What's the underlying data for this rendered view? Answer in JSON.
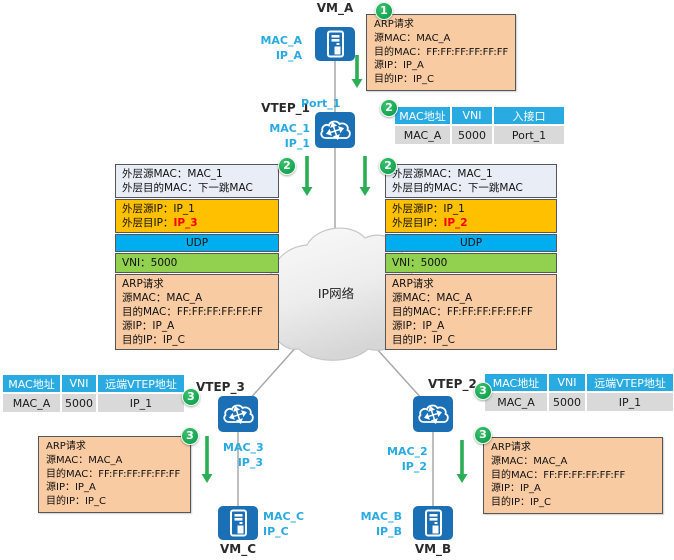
{
  "nodes": {
    "vm_a": {
      "name": "VM_A",
      "mac": "MAC_A",
      "ip": "IP_A"
    },
    "vtep_1": {
      "name": "VTEP_1",
      "port": "Port_1",
      "mac": "MAC_1",
      "ip": "IP_1"
    },
    "vtep_3": {
      "name": "VTEP_3",
      "mac": "MAC_3",
      "ip": "IP_3"
    },
    "vtep_2": {
      "name": "VTEP_2",
      "mac": "MAC_2",
      "ip": "IP_2"
    },
    "vm_c": {
      "name": "VM_C",
      "mac": "MAC_C",
      "ip": "IP_C"
    },
    "vm_b": {
      "name": "VM_B",
      "mac": "MAC_B",
      "ip": "IP_B"
    },
    "network_cloud": {
      "label": "IP网络"
    }
  },
  "steps": {
    "s1": "1",
    "s2": "2",
    "s3": "3"
  },
  "arp_request": {
    "lines": [
      "ARP请求",
      "源MAC：MAC_A",
      "目的MAC：FF:FF:FF:FF:FF:FF",
      "源IP：IP_A",
      "目的IP：IP_C"
    ]
  },
  "packets": {
    "left": {
      "outer_mac": [
        "外层源MAC：MAC_1",
        "外层目的MAC：下一跳MAC"
      ],
      "outer_ip_src": "外层源IP：IP_1",
      "outer_ip_dst_label": "外层目IP：",
      "outer_ip_dst": "IP_3",
      "udp": "UDP",
      "vni": "VNI：5000"
    },
    "right": {
      "outer_mac": [
        "外层源MAC：MAC_1",
        "外层目的MAC：下一跳MAC"
      ],
      "outer_ip_src": "外层源IP：IP_1",
      "outer_ip_dst_label": "外层目IP：",
      "outer_ip_dst": "IP_2",
      "udp": "UDP",
      "vni": "VNI：5000"
    }
  },
  "tables": {
    "vtep1_mac_table": {
      "headers": [
        "MAC地址",
        "VNI",
        "入接口"
      ],
      "row": [
        "MAC_A",
        "5000",
        "Port_1"
      ]
    },
    "vtep3_mac_table": {
      "headers": [
        "MAC地址",
        "VNI",
        "远端VTEP地址"
      ],
      "row": [
        "MAC_A",
        "5000",
        "IP_1"
      ]
    },
    "vtep2_mac_table": {
      "headers": [
        "MAC地址",
        "VNI",
        "远端VTEP地址"
      ],
      "row": [
        "MAC_A",
        "5000",
        "IP_1"
      ]
    }
  },
  "colors": {
    "node_blue": "#1B6FB5",
    "cyan_accent": "#29ABE2",
    "table_row_gray": "#D9D9D9",
    "peach": "#F9CBA3",
    "outer_ip_orange": "#FFC000",
    "udp_blue": "#00AEEF",
    "vni_green": "#92D050",
    "badge_green": "#00A94F",
    "arrow_green": "#2BAE55",
    "highlight_red": "#FF0000",
    "line_gray": "#A9A9A9"
  }
}
